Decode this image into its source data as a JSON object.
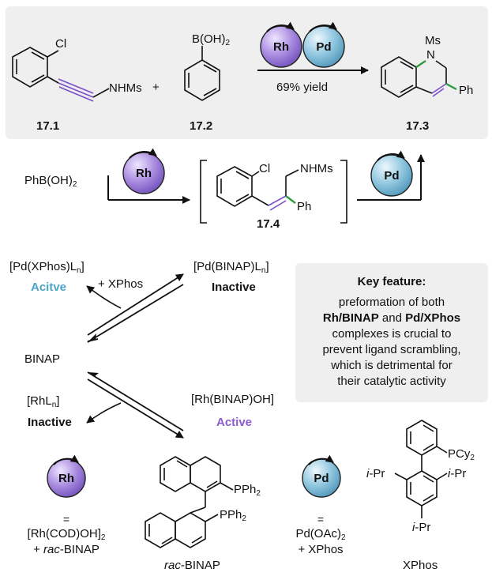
{
  "top_scheme": {
    "reactant1": {
      "atom_cl": "Cl",
      "nhms": "NHMs",
      "label": "17.1"
    },
    "plus": "+",
    "reactant2": {
      "boronic": "B(OH)",
      "boronic_sub": "2",
      "label": "17.2"
    },
    "catalysts": {
      "rh": "Rh",
      "pd": "Pd"
    },
    "yield": "69% yield",
    "product": {
      "ms": "Ms",
      "n": "N",
      "ph": "Ph",
      "label": "17.3"
    }
  },
  "mechanism": {
    "phboh": "PhB(OH)",
    "phboh_sub": "2",
    "rh": "Rh",
    "pd": "Pd",
    "intermediate": {
      "cl": "Cl",
      "nhms": "NHMs",
      "ph": "Ph",
      "label": "17.4"
    }
  },
  "equilibria": {
    "pd_xphos": "[Pd(XPhos)L",
    "pd_xphos_sub": "n",
    "pd_xphos_end": "]",
    "active_pd": "Acitve",
    "plus_xphos": "+ XPhos",
    "pd_binap": "[Pd(BINAP)L",
    "pd_binap_sub": "n",
    "pd_binap_end": "]",
    "inactive_pd": "Inactive",
    "binap": "BINAP",
    "rhln": "[RhL",
    "rhln_sub": "n",
    "rhln_end": "]",
    "inactive_rh": "Inactive",
    "rh_binap": "[Rh(BINAP)OH]",
    "active_rh": "Active"
  },
  "key_feature": {
    "title": "Key feature:",
    "line1": "preformation of both",
    "line2_a": "Rh/BINAP",
    "line2_b": " and ",
    "line2_c": "Pd/XPhos",
    "line3": "complexes is crucial to",
    "line4": "prevent ligand scrambling,",
    "line5": "which is detrimental for",
    "line6": "their catalytic activity"
  },
  "legend": {
    "rh": "Rh",
    "rh_eq": "=",
    "rh_def1": "[Rh(COD)OH]",
    "rh_def1_sub": "2",
    "rh_def2_a": "+ ",
    "rh_def2_b": "rac",
    "rh_def2_c": "-BINAP",
    "binap_pph2_1": "PPh",
    "binap_pph2_1_sub": "2",
    "binap_pph2_2": "PPh",
    "binap_pph2_2_sub": "2",
    "binap_label_a": "rac",
    "binap_label_b": "-BINAP",
    "pd": "Pd",
    "pd_eq": "=",
    "pd_def1": "Pd(OAc)",
    "pd_def1_sub": "2",
    "pd_def2": "+ XPhos",
    "xphos_pcy2": "PCy",
    "xphos_pcy2_sub": "2",
    "xphos_ipr1_a": "i",
    "xphos_ipr1_b": "-Pr",
    "xphos_ipr2_a": "i",
    "xphos_ipr2_b": "-Pr",
    "xphos_ipr3_a": "i",
    "xphos_ipr3_b": "-Pr",
    "xphos_label": "XPhos"
  },
  "colors": {
    "rh_circle": "#9a7fd6",
    "pd_circle": "#82bcd8",
    "alkyne": "#7a4fc9",
    "new_bond": "#2e9b3c",
    "active_pd_text": "#4fa3c8",
    "active_rh_text": "#8a5cd0"
  }
}
